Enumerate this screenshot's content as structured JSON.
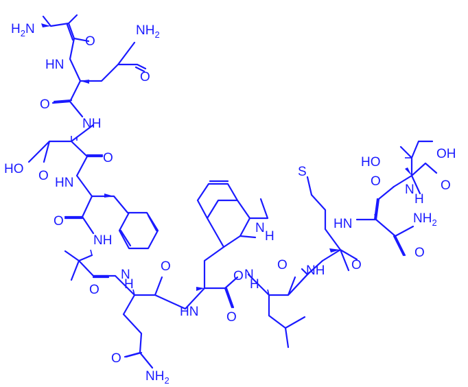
{
  "structure": {
    "labels": {
      "h2n_nterm": {
        "main": "H",
        "sub": "2",
        "tail": "N"
      },
      "nh2_gln1": {
        "main": "NH",
        "sub": "2"
      },
      "o_ala": "O",
      "hn_gln1": "HN",
      "o_gln1_side": "O",
      "o_gln1": "O",
      "nh_asp": "NH",
      "o_asp": "O",
      "ho_asp": "HO",
      "o_asp_side": "O",
      "hn_phe": "HN",
      "o_phe": "O",
      "nh_val": "NH",
      "n_gln2": "N",
      "h_gln2": "H",
      "o_val": "O",
      "o_gln2": "O",
      "hn_trp": "HN",
      "o_trp": "O",
      "n_indole": "N",
      "h_indole": "H",
      "s_met": "S",
      "ho_thr": "HO",
      "o_thr_acid_top": "OH",
      "o_thr_acid": "O",
      "o_asn1_top": "O",
      "n_thr": "N",
      "h_thr": "H",
      "hn_asn": "HN",
      "nh2_asn": {
        "main": "NH",
        "sub": "2"
      },
      "o_asn_side": "O",
      "o_met": "O",
      "o_leu_top": "O",
      "nh_met": "NH",
      "n_leu": "N",
      "h_leu": "H",
      "o_trp_bottom": "O",
      "o_gln2_side": "O",
      "nh2_gln2": {
        "main": "NH",
        "sub": "2"
      }
    }
  }
}
